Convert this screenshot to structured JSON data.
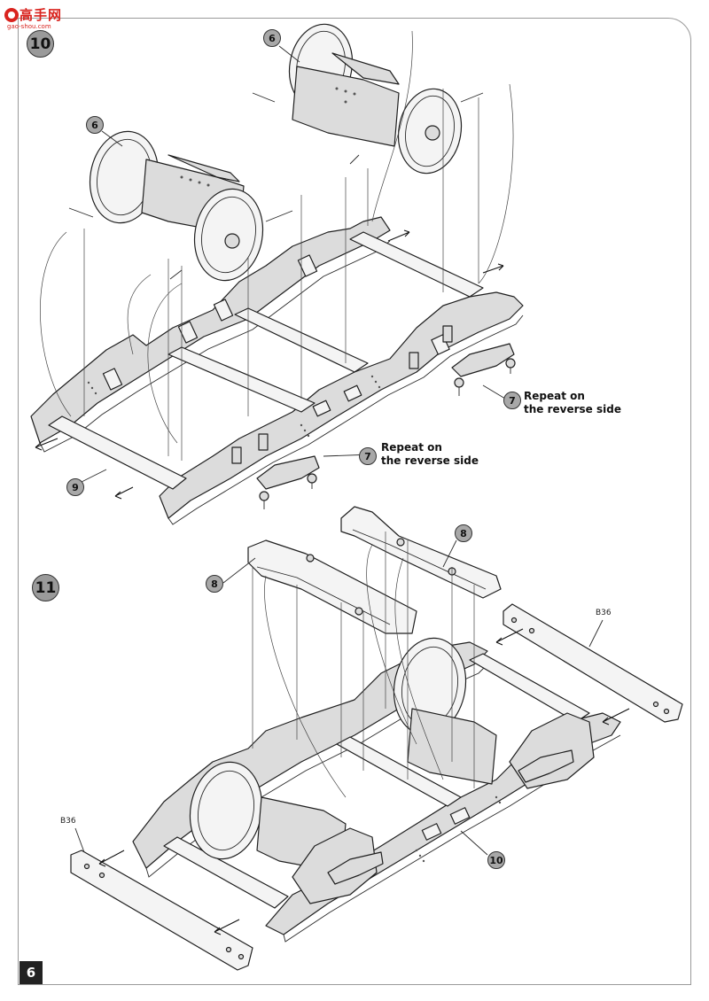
{
  "watermark": {
    "text": "高手网",
    "subtext": "gao-shou.com"
  },
  "page_number": "6",
  "steps": [
    {
      "number": "10",
      "callouts": [
        "6",
        "6",
        "9",
        "7",
        "7"
      ],
      "notes": [
        {
          "callout": "7",
          "line1": "Repeat on",
          "line2": "the reverse side"
        },
        {
          "callout": "7",
          "line1": "Repeat on",
          "line2": "the reverse side"
        }
      ]
    },
    {
      "number": "11",
      "callouts": [
        "8",
        "8",
        "10"
      ],
      "part_labels": [
        "B36",
        "B36"
      ]
    }
  ],
  "colors": {
    "part_fill": "#dcdcdc",
    "outline": "#1f1f1f",
    "step_circle": "#9a9a9a",
    "watermark": "#d9231e",
    "page_number_bg": "#222222"
  }
}
